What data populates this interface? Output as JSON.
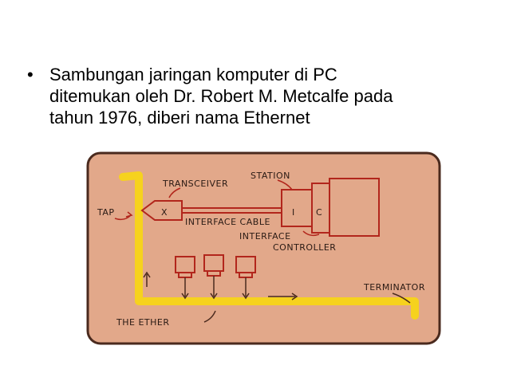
{
  "bullet": {
    "marker": "•",
    "lines": [
      "Sambungan jaringan komputer di PC",
      "ditemukan oleh Dr. Robert M. Metcalfe pada",
      "tahun 1976, diberi nama Ethernet"
    ]
  },
  "diagram": {
    "labels": {
      "station": "STATION",
      "transceiver": "TRANSCEIVER",
      "tap": "TAP",
      "x": "X",
      "interface_cable": "INTERFACE CABLE",
      "i": "I",
      "c": "C",
      "interface_controller_1": "INTERFACE",
      "interface_controller_2": "CONTROLLER",
      "terminator": "TERMINATOR",
      "the_ether": "THE ETHER"
    },
    "colors": {
      "background": "#e2a88a",
      "border": "#4a2a1e",
      "ether": "#f6d21e",
      "ink": "#b2261c",
      "text_ink": "#2a1a14"
    }
  }
}
